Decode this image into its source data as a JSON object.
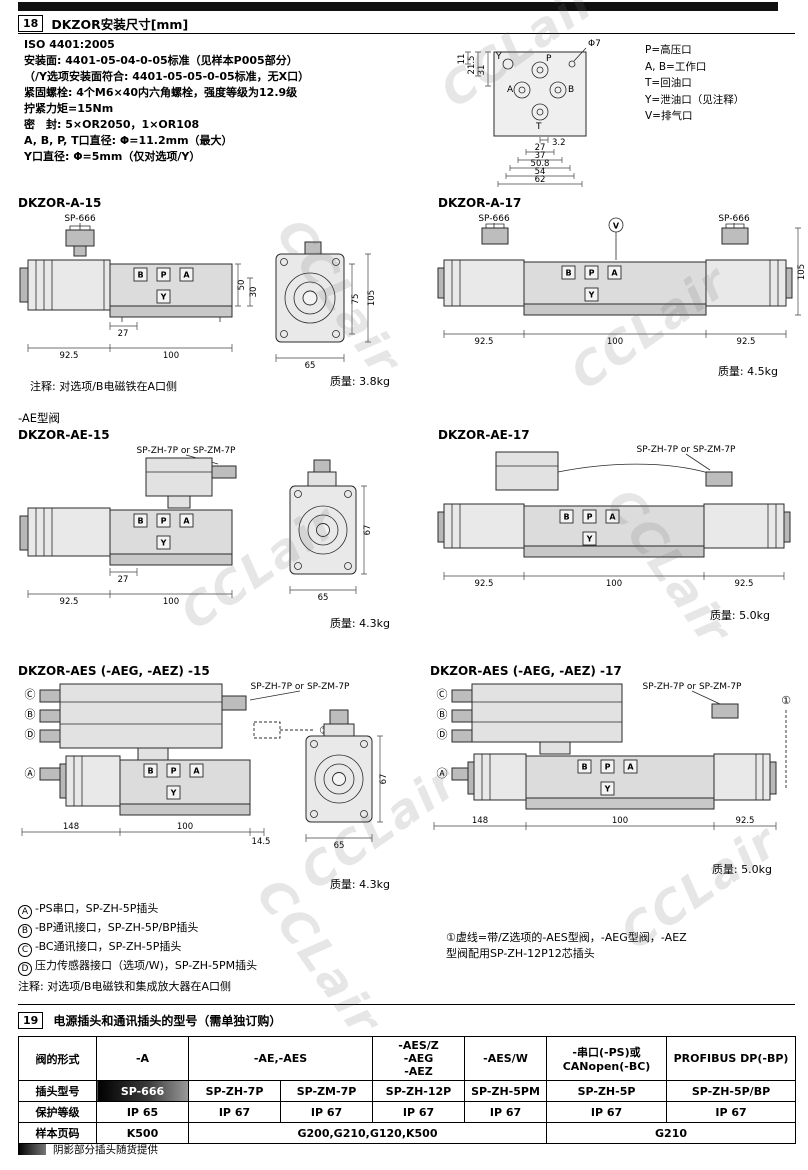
{
  "watermark": {
    "text": "CCLair"
  },
  "header": {
    "num": "18",
    "title": "DKZOR安装尺寸[mm]"
  },
  "specs": {
    "lines": [
      "ISO 4401:2005",
      "安装面: 4401-05-04-0-05标准（见样本P005部分）",
      "（/Y选项安装面符合: 4401-05-05-0-05标准，无X口）",
      "紧固螺栓: 4个M6×40内六角螺栓，强度等级为12.9级",
      "拧紧力矩=15Nm",
      "密　封: 5×OR2050，1×OR108",
      "A, B, P, T口直径: Φ=11.2mm（最大）",
      "Y口直径: Φ=5mm（仅对选项/Y）"
    ]
  },
  "legend": {
    "items": [
      "P=高压口",
      "A, B=工作口",
      "T=回油口",
      "Y=泄油口（见注释）",
      "V=排气口"
    ]
  },
  "mount": {
    "ports": [
      "P",
      "A",
      "B",
      "T",
      "Y"
    ],
    "hole": "Φ7",
    "dims_left": [
      "31",
      "21.5",
      "11"
    ],
    "dims_bottom": [
      "3.2",
      "27",
      "37",
      "50.8",
      "54",
      "62"
    ]
  },
  "port_letters": {
    "b": "B",
    "p": "P",
    "a": "A",
    "y": "Y",
    "v": "V"
  },
  "aes_marks": [
    "Ⓒ",
    "Ⓑ",
    "Ⓓ",
    "Ⓐ"
  ],
  "valves": [
    {
      "title": "DKZOR-A-15",
      "plug": "SP-666",
      "mass": "质量: 3.8kg",
      "dims": {
        "w1": "92.5",
        "w2": "100",
        "d27": "27",
        "h50": "50",
        "h30": "30",
        "fw": "65",
        "fh1": "75",
        "fh2": "105"
      }
    },
    {
      "title": "DKZOR-A-17",
      "plug_left": "SP-666",
      "plug_right": "SP-666",
      "mass": "质量: 4.5kg",
      "dims": {
        "w1": "92.5",
        "w2": "100",
        "w3": "92.5",
        "h": "105"
      }
    },
    {
      "title": "DKZOR-AE-15",
      "plug": "SP-ZH-7P or SP-ZM-7P",
      "mass": "质量: 4.3kg",
      "dims": {
        "w1": "92.5",
        "w2": "100",
        "d27": "27",
        "fw": "65",
        "fh": "67"
      }
    },
    {
      "title": "DKZOR-AE-17",
      "plug": "SP-ZH-7P or SP-ZM-7P",
      "mass": "质量: 5.0kg",
      "dims": {
        "w1": "92.5",
        "w2": "100",
        "w3": "92.5"
      }
    },
    {
      "title": "DKZOR-AES (-AEG, -AEZ) -15",
      "plug": "SP-ZH-7P or SP-ZM-7P",
      "mass": "质量: 4.3kg",
      "dims": {
        "w1": "148",
        "w2": "100",
        "w3": "14.5",
        "fw": "65",
        "fh": "67"
      }
    },
    {
      "title": "DKZOR-AES (-AEG, -AEZ) -17",
      "plug": "SP-ZH-7P or SP-ZM-7P",
      "mass": "质量: 5.0kg",
      "dims": {
        "w1": "148",
        "w2": "100",
        "w3": "92.5"
      }
    }
  ],
  "notes": {
    "a15_note": "注释: 对选项/B电磁铁在A口侧",
    "ae_section_label": "-AE型阀",
    "connector_notes": [
      {
        "mark": "A",
        "text": "-PS串口，SP-ZH-5P插头"
      },
      {
        "mark": "B",
        "text": "-BP通讯接口，SP-ZH-5P/BP插头"
      },
      {
        "mark": "C",
        "text": "-BC通讯接口，SP-ZH-5P插头"
      },
      {
        "mark": "D",
        "text": "压力传感器接口（选项/W)，SP-ZH-5PM插头"
      }
    ],
    "circ1": "①",
    "z_note": "①虚线=带/Z选项的-AES型阀，-AEG型阀，-AEZ\n型阀配用SP-ZH-12P12芯插头",
    "bottom_note": "注释: 对选项/B电磁铁和集成放大器在A口侧"
  },
  "section19": {
    "num": "19",
    "title": "电源插头和通讯插头的型号（需单独订购）"
  },
  "table": {
    "rows": [
      {
        "label": "阀的形式",
        "cells": [
          "-A",
          "-AE,-AES",
          "-AES/Z\n-AEG\n-AEZ",
          "-AES/W",
          "-串口(-PS)或\nCANopen(-BC)",
          "PROFIBUS DP(-BP)"
        ]
      },
      {
        "label": "插头型号",
        "cells": [
          "SP-666",
          "SP-ZH-7P",
          "SP-ZM-7P",
          "SP-ZH-12P",
          "SP-ZH-5PM",
          "SP-ZH-5P",
          "SP-ZH-5P/BP"
        ]
      },
      {
        "label": "保护等级",
        "cells": [
          "IP 65",
          "IP 67",
          "IP 67",
          "IP 67",
          "IP 67",
          "IP 67",
          "IP 67"
        ]
      },
      {
        "label": "样本页码",
        "cells": [
          "K500",
          "G200,G210,G120,K500",
          "G210"
        ]
      }
    ]
  },
  "footer": {
    "note": "阴影部分插头随货提供"
  }
}
